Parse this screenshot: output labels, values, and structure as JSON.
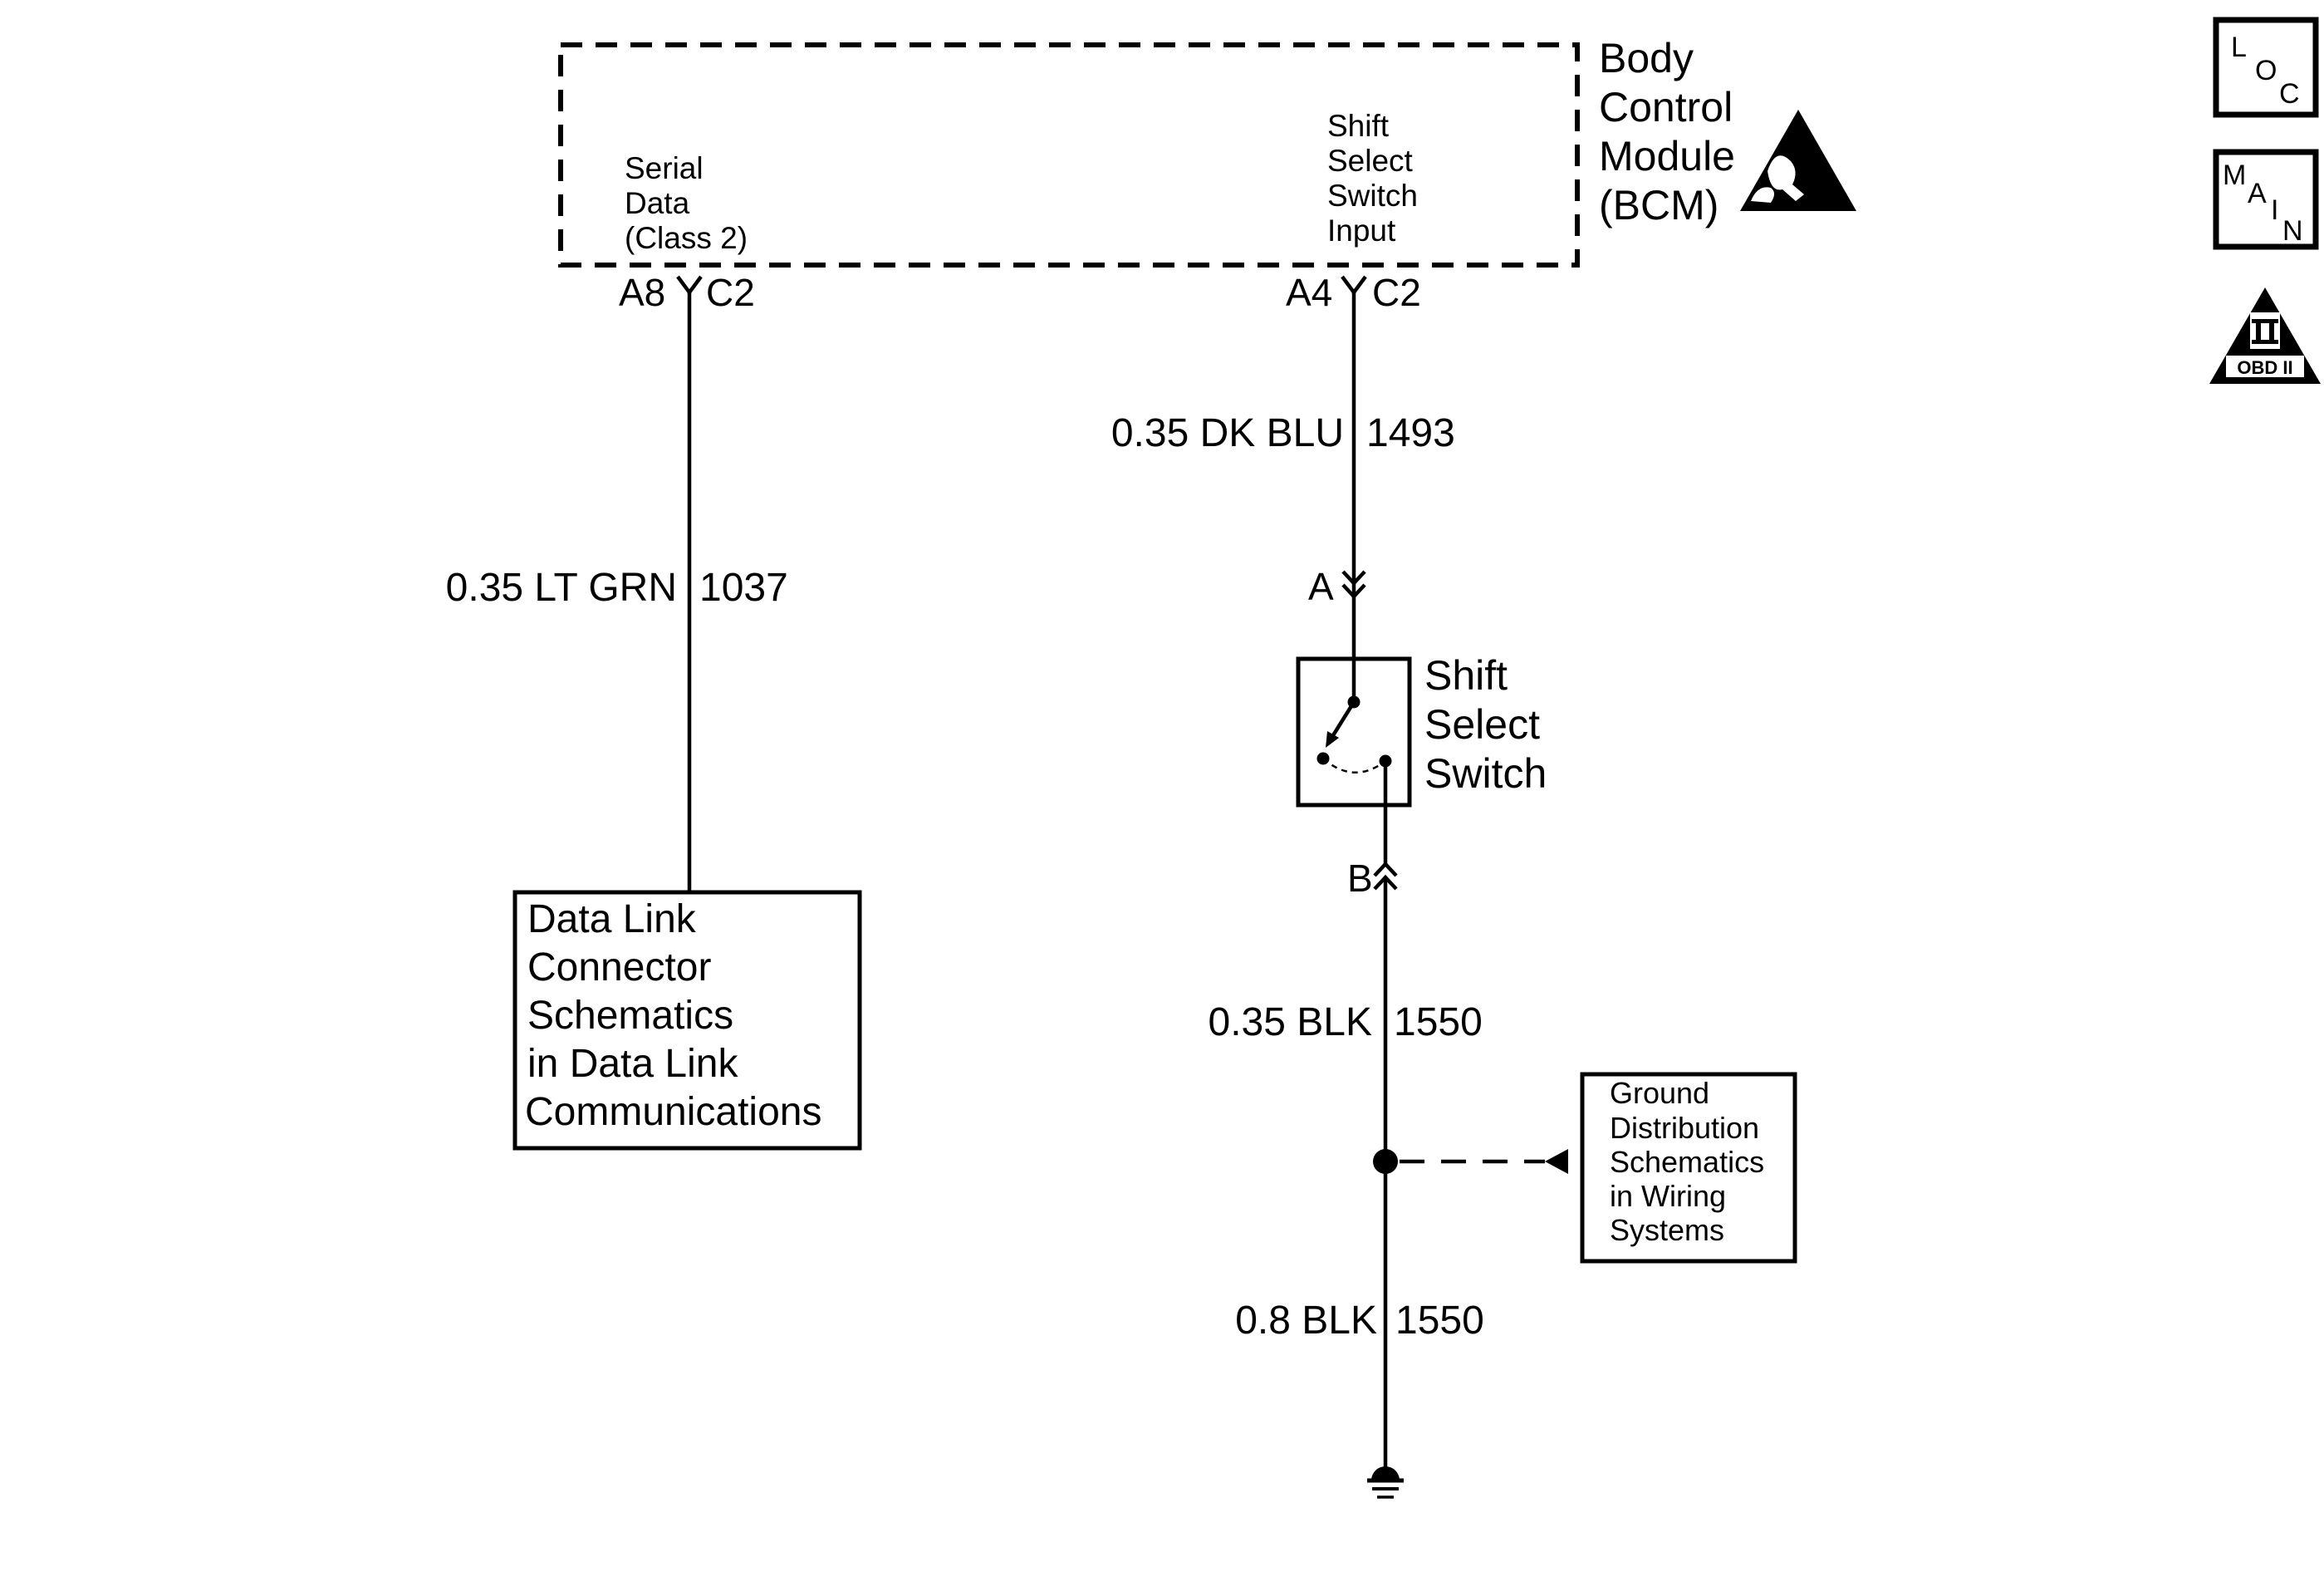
{
  "bcm": {
    "title_lines": [
      "Body",
      "Control",
      "Module",
      "(BCM)"
    ],
    "serial_data_lines": [
      "Serial",
      "Data",
      "(Class 2)"
    ],
    "shift_input_lines": [
      "Shift",
      "Select",
      "Switch",
      "Input"
    ],
    "esd_icon": "esd-sensitive-icon"
  },
  "left_circuit": {
    "pin": "A8",
    "connector": "C2",
    "wire_size_color": "0.35 LT GRN",
    "circuit_number": "1037",
    "target_box_lines": [
      "Data Link",
      "Connector",
      "Schematics",
      "in Data Link",
      "Communications"
    ]
  },
  "right_circuit": {
    "pin": "A4",
    "connector": "C2",
    "wire_upper_size_color": "0.35 DK BLU",
    "wire_upper_circuit": "1493",
    "terminal_a": "A",
    "switch_lines": [
      "Shift",
      "Select",
      "Switch"
    ],
    "terminal_b": "B",
    "wire_mid_size_color": "0.35 BLK",
    "wire_mid_circuit": "1550",
    "wire_lower_size_color": "0.8 BLK",
    "wire_lower_circuit": "1550",
    "ground_box_lines": [
      "Ground",
      "Distribution",
      "Schematics",
      "in Wiring",
      "Systems"
    ],
    "ground_icon": "ground-symbol-icon"
  },
  "side_icons": {
    "loc": {
      "letters": [
        "L",
        "O",
        "C"
      ],
      "icon": "loc-icon"
    },
    "main": {
      "letters": [
        "M",
        "A",
        "I",
        "N"
      ],
      "icon": "main-icon"
    },
    "obd": {
      "numeral": "II",
      "label": "OBD II",
      "icon": "obd-ii-icon"
    }
  }
}
